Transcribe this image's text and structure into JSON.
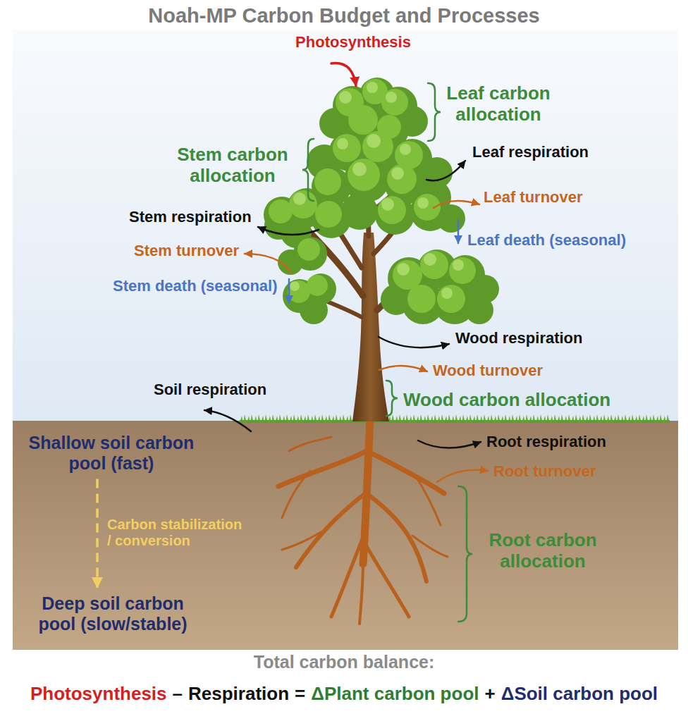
{
  "diagram": {
    "title": "Noah-MP Carbon Budget and Processes",
    "nodes": [
      {
        "text": [
          "Shallow soil carbon pool (fast)"
        ]
      },
      {
        "text": [
          "Deep soil carbon pool (slow/stable)"
        ]
      }
    ],
    "edges": [
      {
        "from": 0,
        "to": 1,
        "arrow": "to",
        "label": "Carbon stabilization / conversion"
      }
    ],
    "labels": [
      "Photosynthesis",
      "Leaf carbon allocation",
      "Leaf respiration",
      "Stem carbon allocation",
      "Leaf turnover",
      "Stem respiration",
      "Leaf death (seasonal)",
      "Stem turnover",
      "Stem death (seasonal)",
      "Wood respiration",
      "Wood turnover",
      "Soil respiration",
      "Wood carbon allocation",
      "Root respiration",
      "Root turnover",
      "Root carbon allocation",
      "Total carbon balance:",
      "Photosynthesis",
      "–",
      "Respiration",
      "=",
      "ΔPlant carbon pool",
      "+",
      "ΔSoil carbon pool"
    ]
  }
}
